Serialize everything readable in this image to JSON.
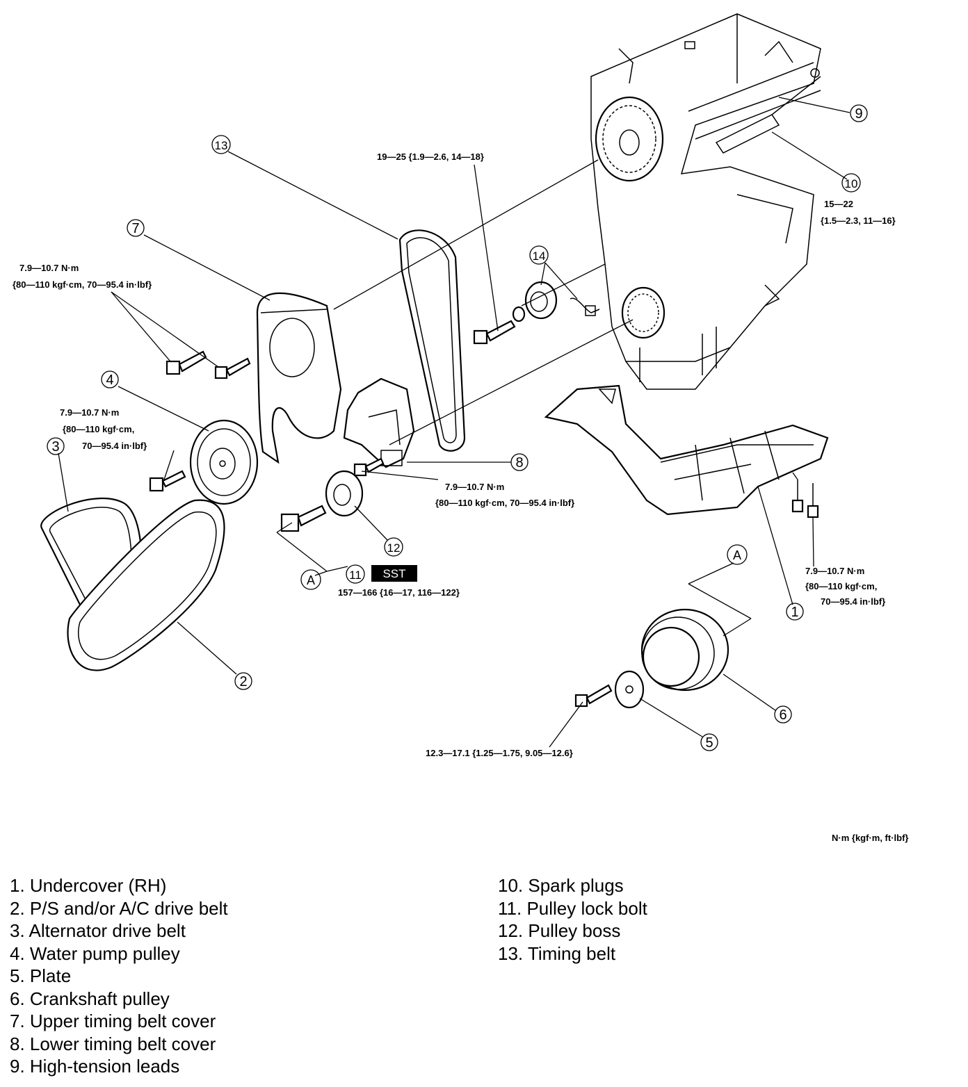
{
  "callouts": [
    "1",
    "2",
    "3",
    "4",
    "5",
    "6",
    "7",
    "8",
    "9",
    "10",
    "11",
    "12",
    "13",
    "14"
  ],
  "letters": {
    "a": "A"
  },
  "sst_label": "SST",
  "torque": {
    "t13_belt_idler": "19—25 {1.9—2.6, 14—18}",
    "t10_a": "15—22",
    "t10_b": "{1.5—2.3, 11—16}",
    "t7_a": "7.9—10.7 N·m",
    "t7_b": "{80—110 kgf·cm, 70—95.4 in·lbf}",
    "t4_a": "7.9—10.7 N·m",
    "t4_b": "{80—110 kgf·cm,",
    "t4_c": "70—95.4 in·lbf}",
    "t8_a": "7.9—10.7 N·m",
    "t8_b": "{80—110 kgf·cm, 70—95.4 in·lbf}",
    "t11": "157—166 {16—17, 116—122}",
    "t1_a": "7.9—10.7 N·m",
    "t1_b": "{80—110 kgf·cm,",
    "t1_c": "70—95.4 in·lbf}",
    "t5": "12.3—17.1 {1.25—1.75, 9.05—12.6}"
  },
  "units": "N·m {kgf·m, ft·lbf}",
  "legend_left": [
    "1. Undercover (RH)",
    "2. P/S and/or A/C drive belt",
    "3. Alternator drive belt",
    "4. Water pump pulley",
    "5. Plate",
    "6. Crankshaft pulley",
    "7. Upper timing belt cover",
    "8. Lower timing belt cover",
    "9. High-tension leads"
  ],
  "legend_right": [
    "10. Spark plugs",
    "11. Pulley lock bolt",
    "12. Pulley boss",
    "13. Timing belt"
  ]
}
